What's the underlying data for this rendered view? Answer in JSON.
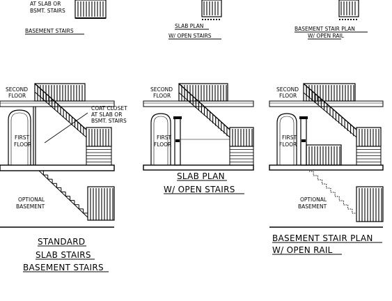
{
  "top_row": {
    "left_note_line1": "AT SLAB OR",
    "left_note_line2": "BSMT. STAIRS",
    "left_caption": "BASEMENT STAIRS",
    "mid_caption_line1": "SLAB PLAN",
    "mid_caption_line2": "W/ OPEN STAIRS",
    "right_caption_line1": "BASEMENT STAIR PLAN",
    "right_caption_line2": "W/ OPEN RAIL"
  },
  "panel_left": {
    "second_floor_line1": "SECOND",
    "second_floor_line2": "FLOOR",
    "first_floor_line1": "FIRST",
    "first_floor_line2": "FLOOR",
    "coat_line1": "COAT CLOSET",
    "coat_line2": "AT SLAB OR",
    "coat_line3": "BSMT. STAIRS",
    "optional_line1": "OPTIONAL",
    "optional_line2": "BASEMENT",
    "caption_line1": "STANDARD",
    "caption_line2": "SLAB STAIRS",
    "caption_line3": "BASEMENT STAIRS"
  },
  "panel_mid": {
    "second_floor_line1": "SECOND",
    "second_floor_line2": "FLOOR",
    "first_floor_line1": "FIRST",
    "first_floor_line2": "FLOOR",
    "caption_line1": "SLAB PLAN",
    "caption_line2": "W/ OPEN STAIRS"
  },
  "panel_right": {
    "second_floor_line1": "SECOND",
    "second_floor_line2": "FLOOR",
    "first_floor_line1": "FIRST",
    "first_floor_line2": "FLOOR",
    "optional_line1": "OPTIONAL",
    "optional_line2": "BASEMENT",
    "caption_line1": "BASEMENT STAIR PLAN",
    "caption_line2": "W/ OPEN RAIL"
  }
}
